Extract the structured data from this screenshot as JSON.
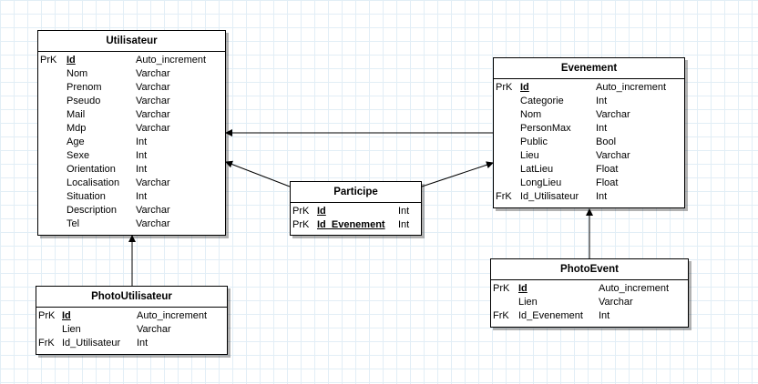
{
  "entities": {
    "utilisateur": {
      "title": "Utilisateur",
      "rows": [
        {
          "key": "PrK",
          "name": "Id",
          "type": "Auto_increment",
          "pk": true
        },
        {
          "key": "",
          "name": "Nom",
          "type": "Varchar"
        },
        {
          "key": "",
          "name": "Prenom",
          "type": "Varchar"
        },
        {
          "key": "",
          "name": "Pseudo",
          "type": "Varchar"
        },
        {
          "key": "",
          "name": "Mail",
          "type": "Varchar"
        },
        {
          "key": "",
          "name": "Mdp",
          "type": "Varchar"
        },
        {
          "key": "",
          "name": "Age",
          "type": "Int"
        },
        {
          "key": "",
          "name": "Sexe",
          "type": "Int"
        },
        {
          "key": "",
          "name": "Orientation",
          "type": "Int"
        },
        {
          "key": "",
          "name": "Localisation",
          "type": "Varchar"
        },
        {
          "key": "",
          "name": "Situation",
          "type": "Int"
        },
        {
          "key": "",
          "name": "Description",
          "type": "Varchar"
        },
        {
          "key": "",
          "name": "Tel",
          "type": "Varchar"
        }
      ]
    },
    "evenement": {
      "title": "Evenement",
      "rows": [
        {
          "key": "PrK",
          "name": "Id",
          "type": "Auto_increment",
          "pk": true
        },
        {
          "key": "",
          "name": "Categorie",
          "type": "Int"
        },
        {
          "key": "",
          "name": "Nom",
          "type": "Varchar"
        },
        {
          "key": "",
          "name": "PersonMax",
          "type": "Int"
        },
        {
          "key": "",
          "name": "Public",
          "type": "Bool"
        },
        {
          "key": "",
          "name": "Lieu",
          "type": "Varchar"
        },
        {
          "key": "",
          "name": "LatLieu",
          "type": "Float"
        },
        {
          "key": "",
          "name": "LongLieu",
          "type": "Float"
        },
        {
          "key": "FrK",
          "name": "Id_Utilisateur",
          "type": "Int"
        }
      ]
    },
    "participe": {
      "title": "Participe",
      "rows": [
        {
          "key": "PrK",
          "name": "Id",
          "type": "Int",
          "pk": true
        },
        {
          "key": "PrK",
          "name": "Id_Evenement",
          "type": "Int",
          "pk": true
        }
      ]
    },
    "photoutilisateur": {
      "title": "PhotoUtilisateur",
      "rows": [
        {
          "key": "PrK",
          "name": "Id",
          "type": "Auto_increment",
          "pk": true
        },
        {
          "key": "",
          "name": "Lien",
          "type": "Varchar"
        },
        {
          "key": "FrK",
          "name": "Id_Utilisateur",
          "type": "Int"
        }
      ]
    },
    "photoevent": {
      "title": "PhotoEvent",
      "rows": [
        {
          "key": "PrK",
          "name": "Id",
          "type": "Auto_increment",
          "pk": true
        },
        {
          "key": "",
          "name": "Lien",
          "type": "Varchar"
        },
        {
          "key": "FrK",
          "name": "Id_Evenement",
          "type": "Int"
        }
      ]
    }
  }
}
